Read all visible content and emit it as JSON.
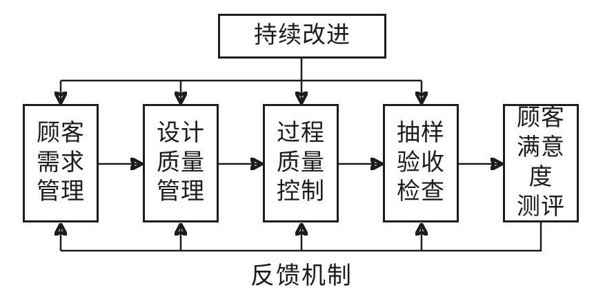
{
  "diagram": {
    "title_box": {
      "label": "持续改进"
    },
    "process_boxes": [
      {
        "label": "顾客\n需求\n管理"
      },
      {
        "label": "设计\n质量\n管理"
      },
      {
        "label": "过程\n质量\n控制"
      },
      {
        "label": "抽样\n验收\n检查"
      },
      {
        "label": "顾客\n满意度\n测评"
      }
    ],
    "feedback_label": "反馈机制",
    "colors": {
      "line": "#1c1c1c",
      "text": "#1c1c1c",
      "background": "#ffffff"
    }
  }
}
